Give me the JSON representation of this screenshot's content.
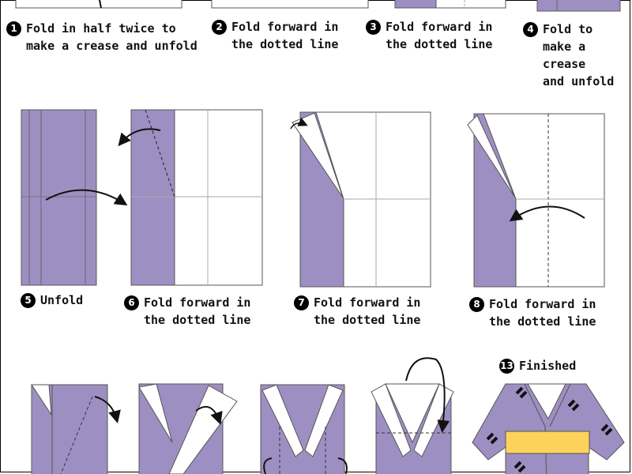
{
  "colors": {
    "paper_color": "#9e8fc2",
    "sash_color": "#fcd25c",
    "line_color": "#444444"
  },
  "steps": [
    {
      "num": "1",
      "lines": [
        "Fold in half twice to",
        "make a crease and unfold"
      ]
    },
    {
      "num": "2",
      "lines": [
        "Fold forward in",
        "the dotted line"
      ]
    },
    {
      "num": "3",
      "lines": [
        "Fold forward in",
        "the dotted line"
      ]
    },
    {
      "num": "4",
      "lines": [
        "Fold to",
        "make a",
        "crease",
        "and unfold"
      ]
    },
    {
      "num": "5",
      "lines": [
        "Unfold"
      ]
    },
    {
      "num": "6",
      "lines": [
        "Fold forward in",
        "the dotted line"
      ]
    },
    {
      "num": "7",
      "lines": [
        "Fold forward in",
        "the dotted line"
      ]
    },
    {
      "num": "8",
      "lines": [
        "Fold forward in",
        "the dotted line"
      ]
    },
    {
      "num": "13",
      "lines": [
        "Finished"
      ]
    }
  ]
}
